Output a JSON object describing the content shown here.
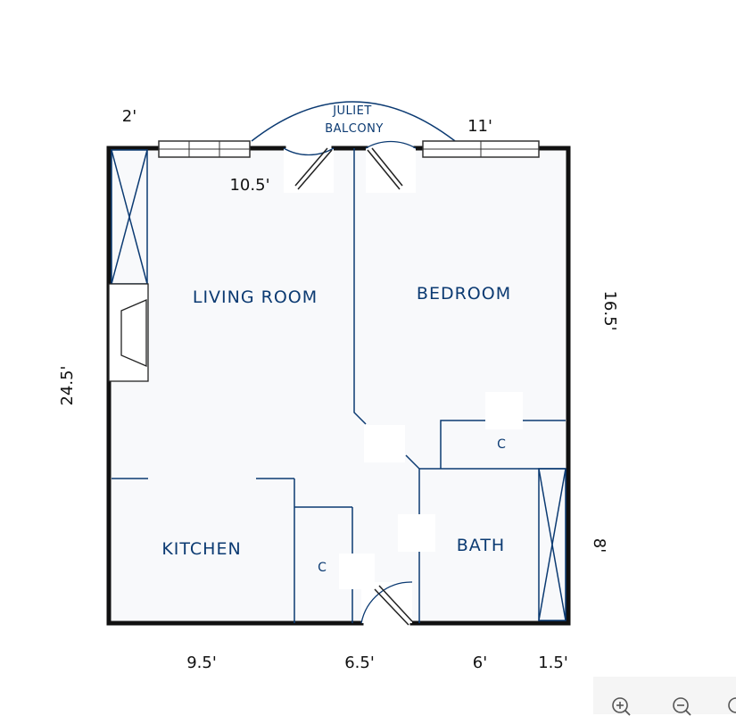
{
  "rooms": {
    "living_room": "LIVING ROOM",
    "bedroom": "BEDROOM",
    "kitchen": "KITCHEN",
    "bath": "BATH",
    "closet_a": "C",
    "closet_b": "C"
  },
  "balcony": {
    "line1": "JULIET",
    "line2": "BALCONY"
  },
  "dimensions": {
    "top_left": "2'",
    "top_living": "10.5'",
    "top_bedroom": "11'",
    "left_height": "24.5'",
    "right_bedroom": "16.5'",
    "right_bath": "8'",
    "bottom_kitchen": "9.5'",
    "bottom_hall": "6.5'",
    "bottom_bath": "6'",
    "bottom_closet": "1.5'"
  },
  "toolbar": {
    "zoom_in_icon": "zoom-in-icon",
    "zoom_out_icon": "zoom-out-icon"
  },
  "colors": {
    "wall": "#111111",
    "interior": "#0b3a72",
    "floor": "#f8f9fb"
  }
}
